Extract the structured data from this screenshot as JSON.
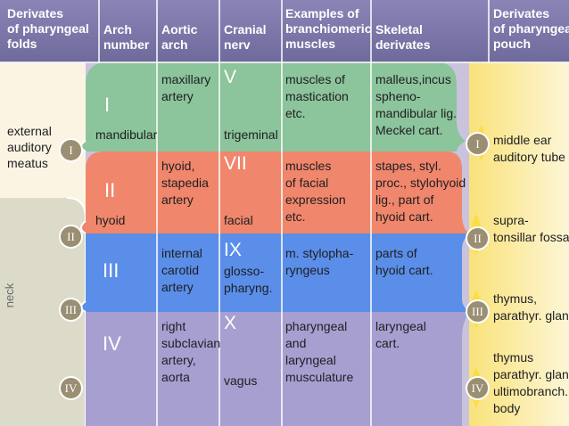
{
  "headers": {
    "folds": "Derivates\nof pharyngeal\nfolds",
    "arch_number": "Arch\nnumber",
    "aortic_arch": "Aortic\narch",
    "cranial_nerv": "Cranial\nnerv",
    "muscles": "Examples of\nbranchiomeric\nmuscles",
    "skeletal": "Skeletal\nderivates",
    "pouch": "Derivates\nof pharyngeal\npouch"
  },
  "left": {
    "external_meatus": "external\nauditory\nmeatus",
    "neck": "neck"
  },
  "arches": [
    {
      "roman": "I",
      "name": "mandibular",
      "artery": "maxillary\nartery",
      "nerve_numeral": "V",
      "nerve": "trigeminal",
      "muscles": "muscles of\nmastication\netc.",
      "skeletal": "malleus,incus\nspheno-\nmandibular lig.\nMeckel cart.",
      "pouch": "middle ear\nauditory tube",
      "fold_marker": "I",
      "pouch_marker": "I",
      "color": "#8cc49b"
    },
    {
      "roman": "II",
      "name": "hyoid",
      "artery": "hyoid,\nstapedia\nartery",
      "nerve_numeral": "VII",
      "nerve": "facial",
      "muscles": "muscles\nof facial\nexpression\netc.",
      "skeletal": "stapes, styl.\nproc., stylohyoid\nlig., part of\nhyoid cart.",
      "pouch": "supra-\ntonsillar fossa",
      "fold_marker": "II",
      "pouch_marker": "II",
      "color": "#f0866b"
    },
    {
      "roman": "III",
      "name": "",
      "artery": "internal\ncarotid\nartery",
      "nerve_numeral": "IX",
      "nerve": "glosso-\npharyng.",
      "muscles": "m. stylopha-\nryngeus",
      "skeletal": "parts of\nhyoid cart.",
      "pouch": "thymus,\nparathyr. gland",
      "fold_marker": "III",
      "pouch_marker": "III",
      "color": "#5a8ee8"
    },
    {
      "roman": "IV",
      "name": "",
      "artery": "right\nsubclavian\nartery,\naorta",
      "nerve_numeral": "X",
      "nerve": "vagus",
      "muscles": "pharyngeal\nand\nlaryngeal\nmusculature",
      "skeletal": "laryngeal\ncart.",
      "pouch": "thymus\nparathyr. gland\nultimobranch.\nbody",
      "fold_marker": "IV",
      "pouch_marker": "IV",
      "color": "#a79fd0"
    }
  ],
  "colors": {
    "header_bg": "#7b76a8",
    "left_cream": "#fbf4e2",
    "left_neck": "#d9d8c6",
    "pouch_yellow": "#fcefa5",
    "pouch_bright": "#f9de4a",
    "marker": "#9a8e73",
    "body_purple": "#c9c3de"
  }
}
